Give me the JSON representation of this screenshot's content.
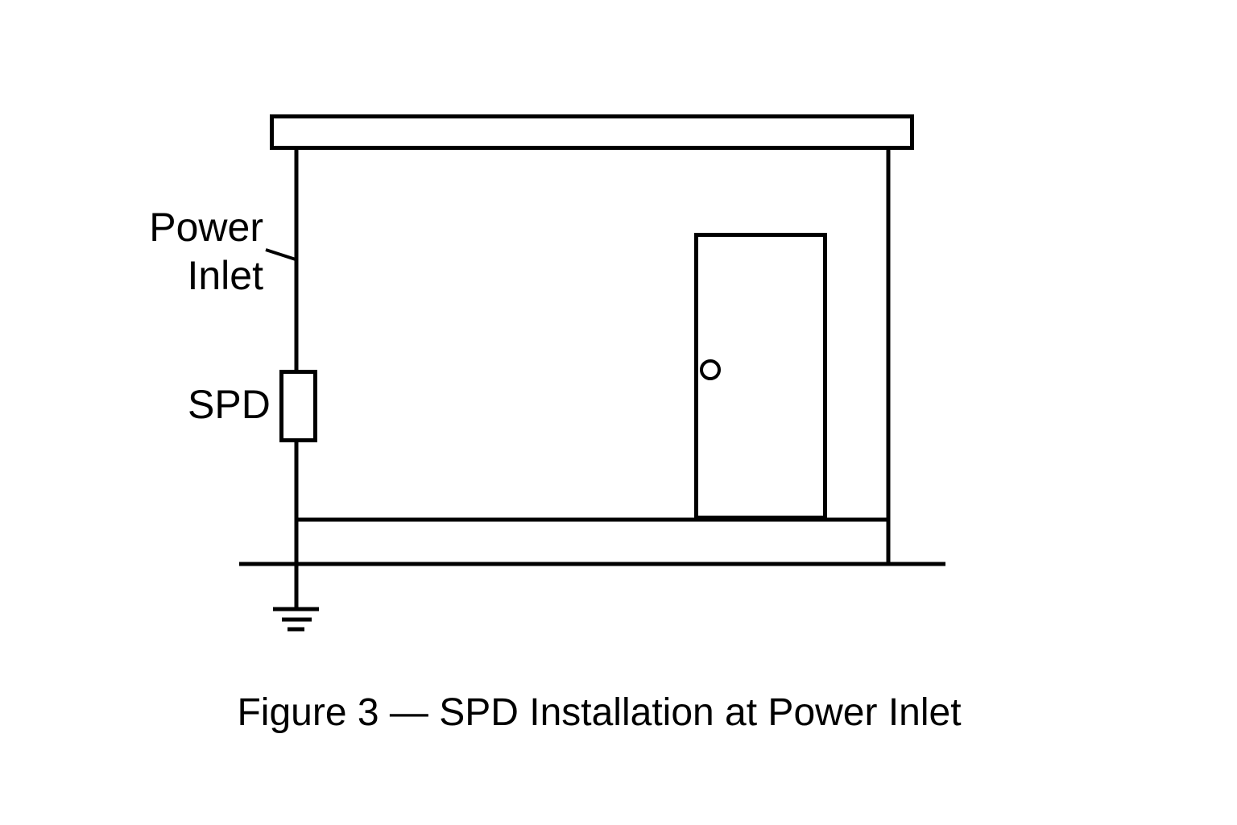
{
  "figure": {
    "caption": "Figure 3 — SPD Installation at Power Inlet",
    "labels": {
      "power_inlet": [
        "Power",
        "Inlet"
      ],
      "spd": "SPD"
    },
    "colors": {
      "line": "#000000",
      "background": "#ffffff",
      "text": "#000000"
    }
  }
}
